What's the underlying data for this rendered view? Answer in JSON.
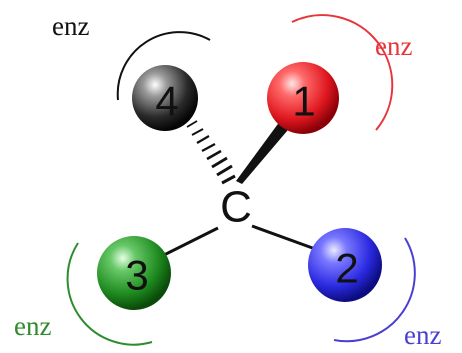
{
  "center": {
    "label": "C"
  },
  "substituents": [
    {
      "id": "4",
      "label": "4",
      "color": "#222222",
      "bond": "hashed-wedge",
      "enzyme_label": "enz",
      "enzyme_color": "#111111"
    },
    {
      "id": "1",
      "label": "1",
      "color": "#e8202a",
      "bond": "solid-wedge",
      "enzyme_label": "enz",
      "enzyme_color": "#e8353b"
    },
    {
      "id": "3",
      "label": "3",
      "color": "#1e8a1e",
      "bond": "plain",
      "enzyme_label": "enz",
      "enzyme_color": "#2e8b2e"
    },
    {
      "id": "2",
      "label": "2",
      "color": "#2a2ae0",
      "bond": "plain",
      "enzyme_label": "enz",
      "enzyme_color": "#4a3fd0"
    }
  ]
}
